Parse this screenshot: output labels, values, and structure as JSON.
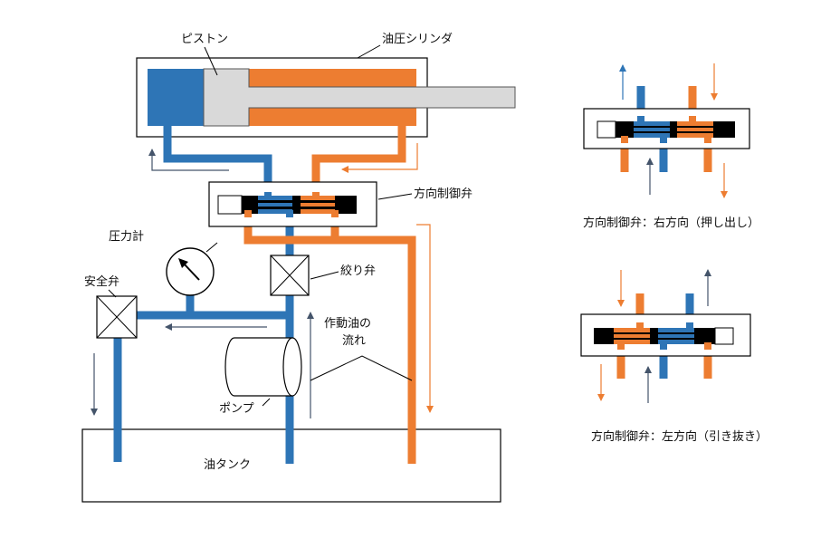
{
  "labels": {
    "piston": "ピストン",
    "cylinder": "油圧シリンダ",
    "dcv": "方向制御弁",
    "pressure_gauge": "圧力計",
    "safety_valve": "安全弁",
    "throttle_valve": "絞り弁",
    "flow_line1": "作動油の",
    "flow_line2": "流れ",
    "pump": "ポンプ",
    "tank": "油タンク",
    "dcv_right": "方向制御弁：右方向（押し出し）",
    "dcv_left": "方向制御弁：左方向（引き抜き）"
  },
  "colors": {
    "blue": "#2e75b6",
    "orange": "#ed7d31",
    "piston_gray": "#d9d9d9",
    "arrow_gray": "#44546a",
    "black": "#000000"
  },
  "icons": {
    "gauge": "pressure-gauge-icon",
    "valve": "cross-valve-icon",
    "pump": "pump-cylinder-icon"
  }
}
